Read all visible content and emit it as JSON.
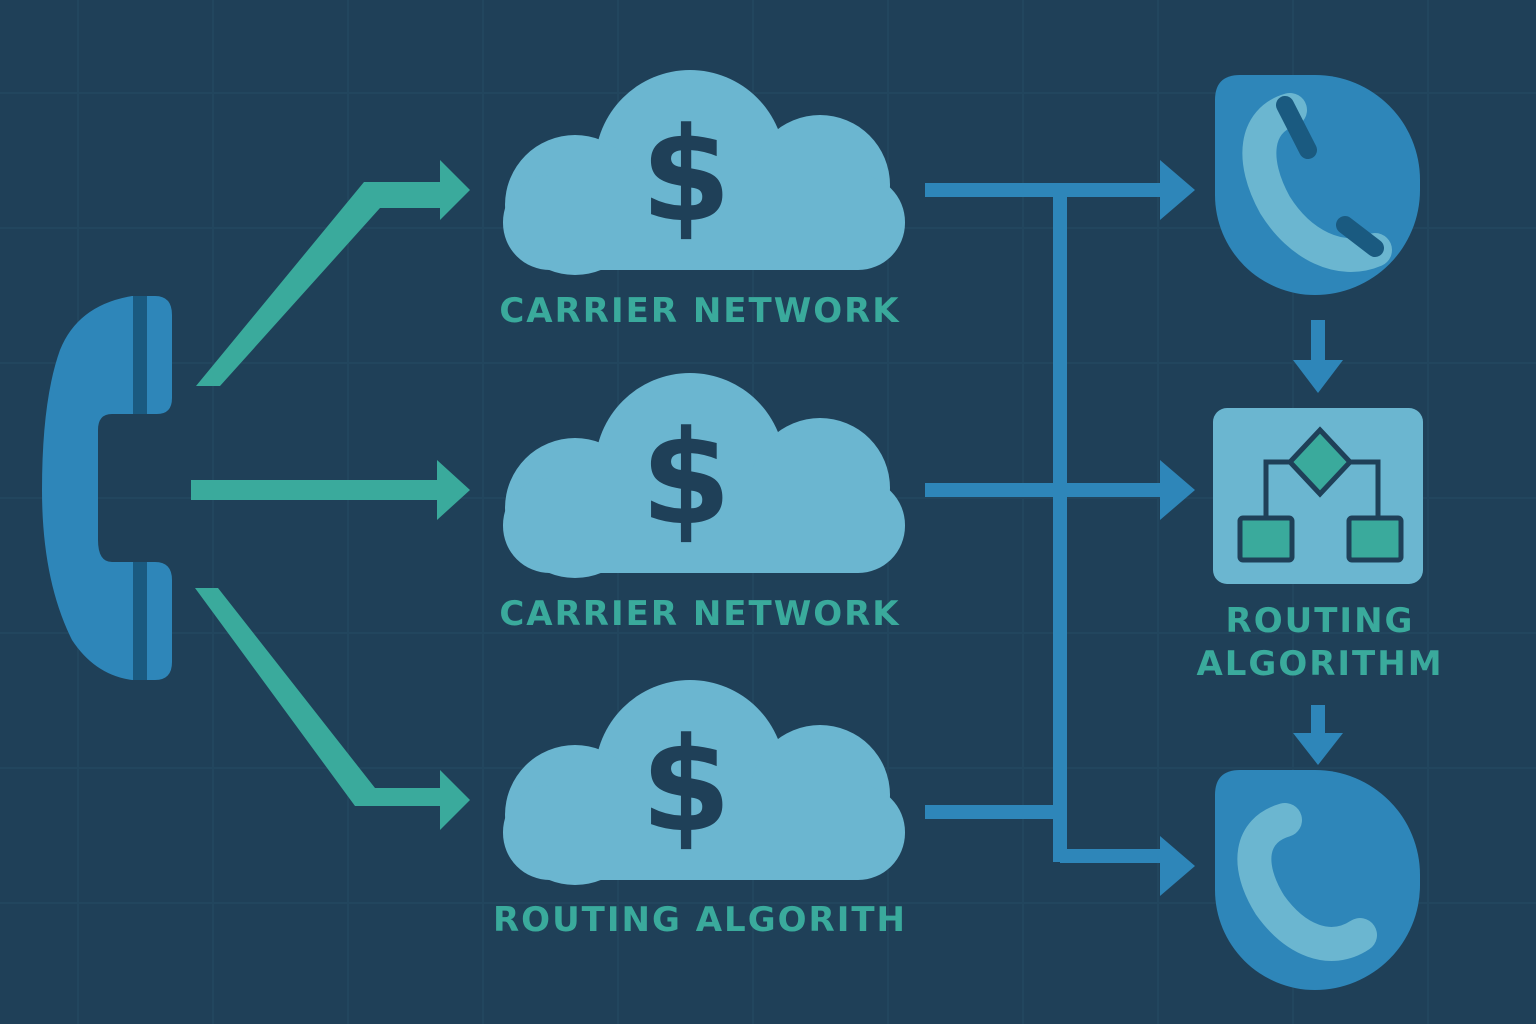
{
  "colors": {
    "background": "#1f4058",
    "handset": "#2e86b9",
    "teal": "#3aaa9c",
    "cloud": "#6bb6d0",
    "blue_line": "#2e86b9"
  },
  "source": {
    "icon": "phone-handset-icon"
  },
  "clouds": [
    {
      "icon": "dollar-icon",
      "symbol": "$",
      "label": "CARRIER NETWORK"
    },
    {
      "icon": "dollar-icon",
      "symbol": "$",
      "label": "CARRIER NETWORK"
    },
    {
      "icon": "dollar-icon",
      "symbol": "$",
      "label": "ROUTING ALGORITH"
    }
  ],
  "right": {
    "top_phone": {
      "icon": "phone-icon"
    },
    "algorithm": {
      "icon": "flowchart-icon",
      "label_line1": "ROUTING",
      "label_line2": "ALGORITHM"
    },
    "bottom_phone": {
      "icon": "phone-icon"
    }
  }
}
